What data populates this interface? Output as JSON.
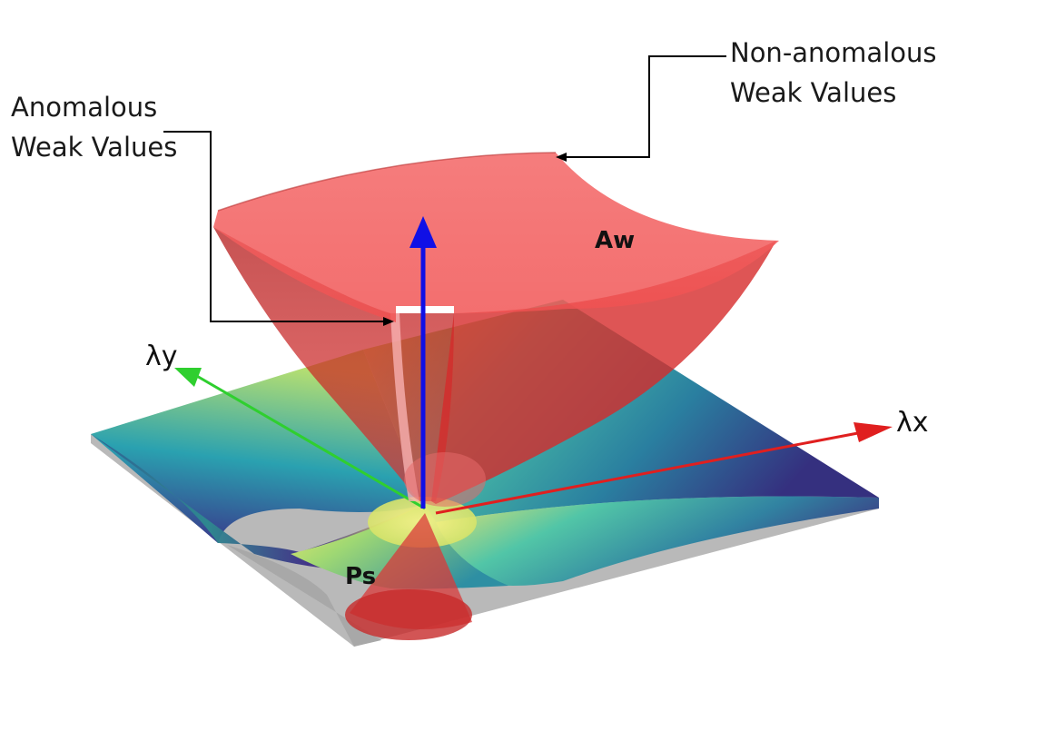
{
  "callouts": {
    "non_anomalous": {
      "line1": "Non-anomalous",
      "line2": "Weak Values"
    },
    "anomalous": {
      "line1": "Anomalous",
      "line2": "Weak Values"
    }
  },
  "axes": {
    "y_label": "λy",
    "x_label": "λx"
  },
  "surfaces": {
    "upper_label": "Aw",
    "lower_label": "Ps"
  },
  "colors": {
    "red_surface": "#f25555",
    "red_dark": "#c81e1e",
    "blue_axis": "#1010e6",
    "green_axis": "#2fcf2f",
    "red_axis": "#e01f1f",
    "viridis_dark": "#3b2a86",
    "viridis_mid": "#2aa1b0",
    "viridis_light": "#f5e663",
    "base_gray": "#b8b8b8"
  }
}
